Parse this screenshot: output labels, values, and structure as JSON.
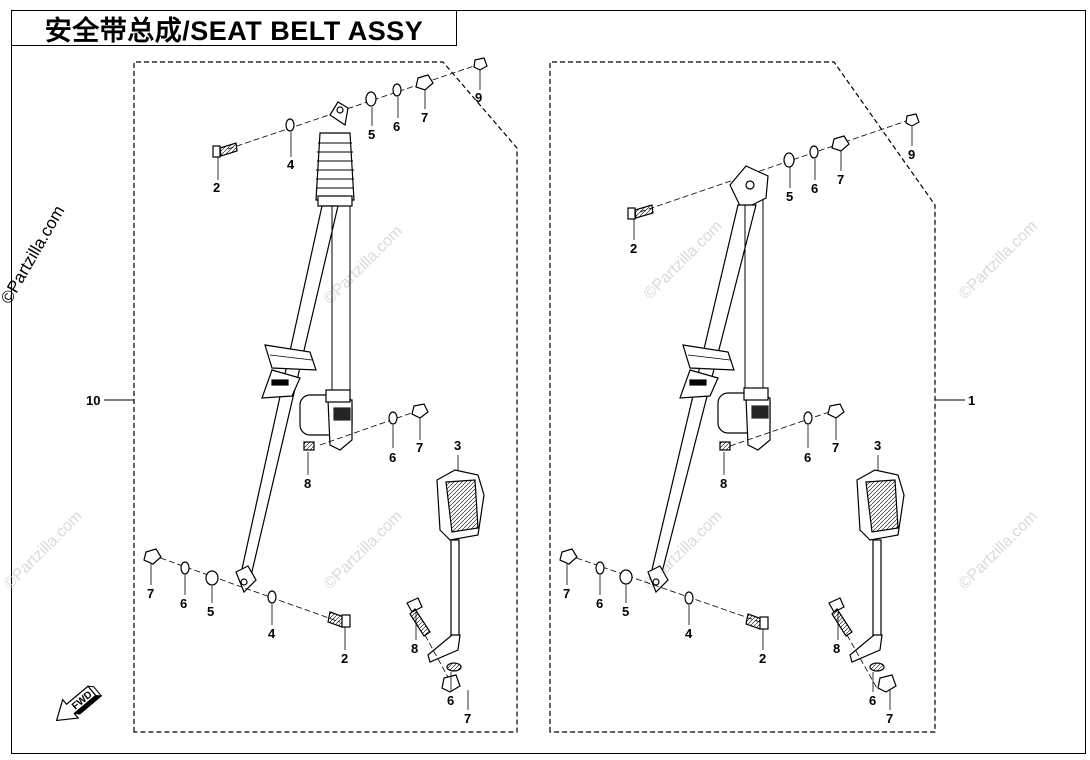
{
  "title": "安全带总成/SEAT BELT ASSY",
  "watermark": "©Partzilla.com",
  "fwd_label": "FWD",
  "left_assembly": {
    "assembly_callout": "10",
    "callouts": {
      "bolt_upper": "2",
      "washer_upper": "4",
      "spacer_upper": "5",
      "washer6_upper": "6",
      "nut7_upper": "7",
      "nut9": "9",
      "bolt8_retractor": "8",
      "washer6_retractor": "6",
      "nut7_retractor": "7",
      "buckle": "3",
      "nut7_lower": "7",
      "washer6_lower": "6",
      "spacer5_lower": "5",
      "washer4_lower": "4",
      "bolt2_lower": "2",
      "bolt8_buckle": "8",
      "washer6_buckle": "6",
      "nut7_buckle": "7"
    }
  },
  "right_assembly": {
    "assembly_callout": "1",
    "callouts": {
      "bolt_upper": "2",
      "spacer_upper": "5",
      "washer6_upper": "6",
      "nut7_upper": "7",
      "nut9": "9",
      "bolt8_retractor": "8",
      "washer6_retractor": "6",
      "nut7_retractor": "7",
      "buckle": "3",
      "nut7_lower": "7",
      "washer6_lower": "6",
      "spacer5_lower": "5",
      "washer4_lower": "4",
      "bolt2_lower": "2",
      "bolt8_buckle": "8",
      "washer6_buckle": "6",
      "nut7_buckle": "7"
    }
  }
}
